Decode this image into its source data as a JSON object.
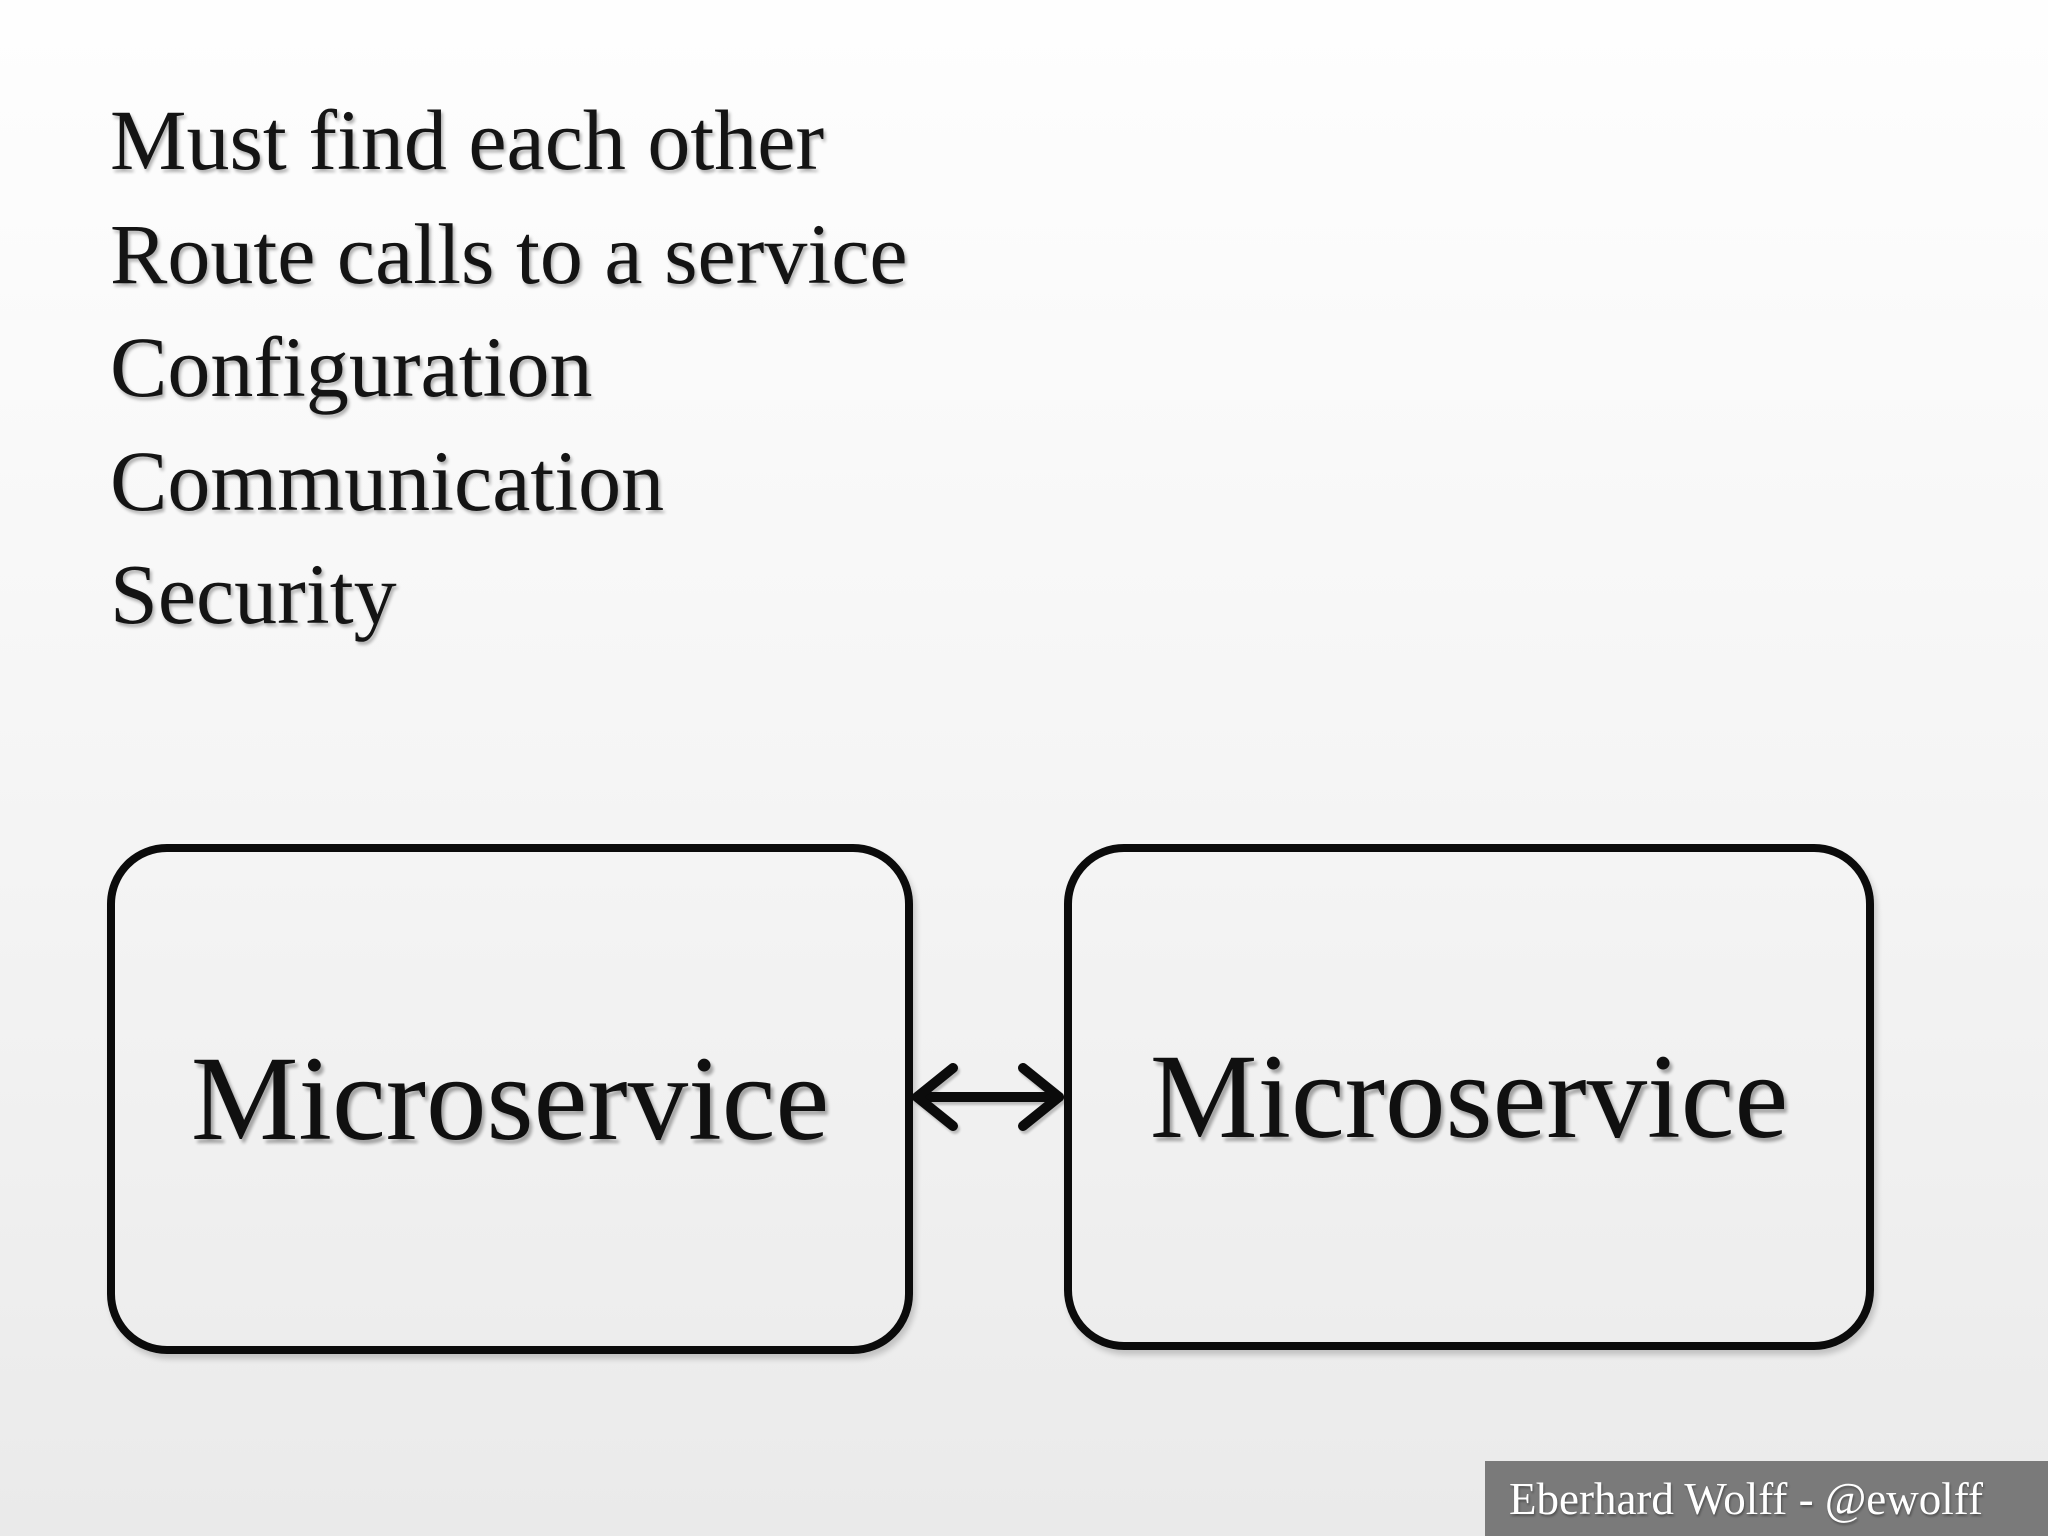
{
  "slide": {
    "bullet_lines": [
      "Must find each other",
      "Route calls to a service",
      "Configuration",
      "Communication",
      "Security"
    ],
    "diagram": {
      "left_box_label": "Microservice",
      "right_box_label": "Microservice",
      "connector_type": "bidirectional-arrow"
    },
    "footer": {
      "attribution": "Eberhard Wolff - @ewolff"
    },
    "colors": {
      "text": "#141414",
      "box_border": "#0b0b0b",
      "arrow": "#0b0b0b",
      "attribution_background": "#7a7a7a",
      "attribution_text": "#ffffff",
      "background_top": "#fefefe",
      "background_bottom": "#eaeaea"
    }
  }
}
